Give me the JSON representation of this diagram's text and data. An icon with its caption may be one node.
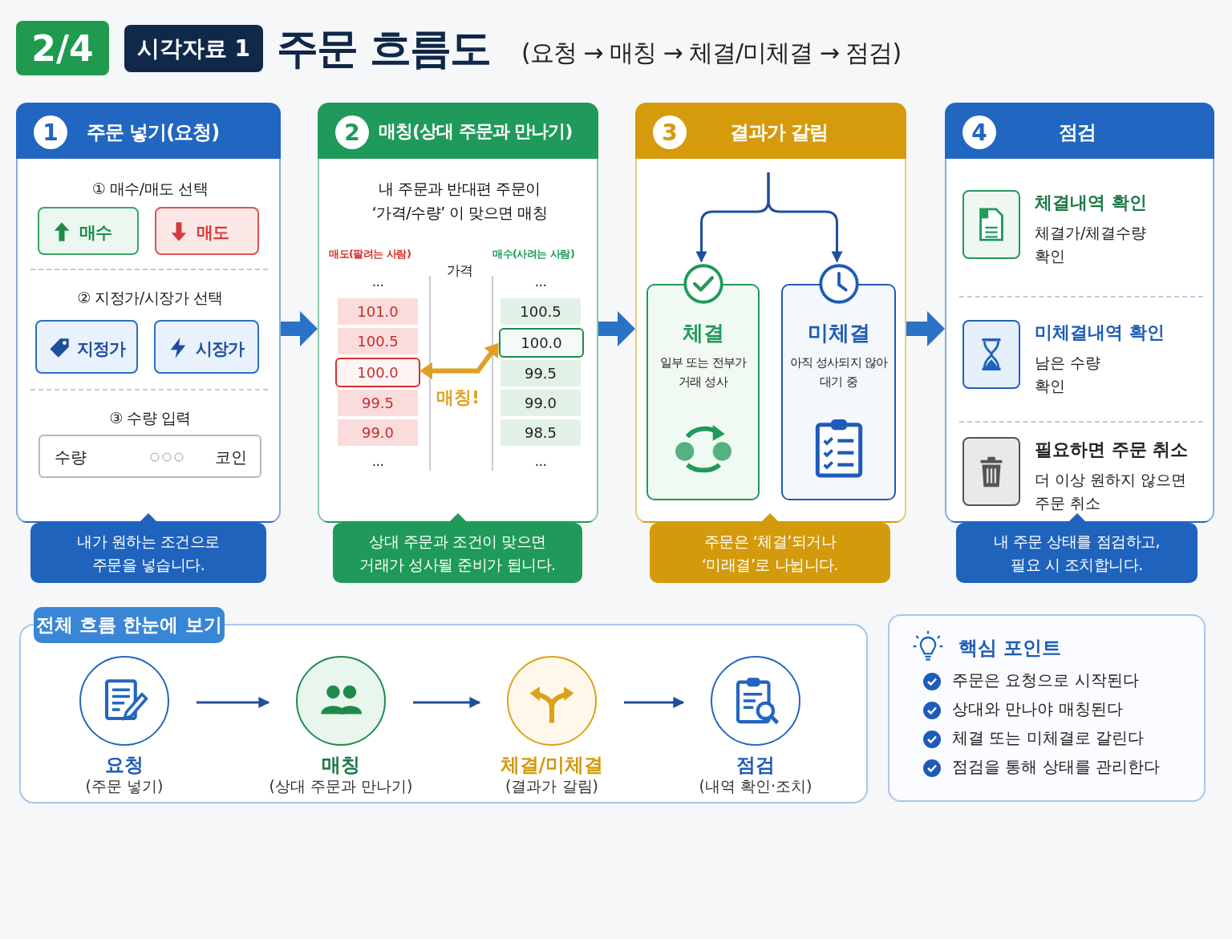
{
  "diagram": {
    "title": "주문 흐름도",
    "nodes": [
      {
        "text": [
          "1",
          "주문 넣기(요청)",
          "① 매수/매도 선택",
          "② 지정가/시장가 선택",
          "③ 수량 입력"
        ]
      },
      {
        "text": [
          "매수"
        ],
        "in": 0
      },
      {
        "text": [
          "매도"
        ],
        "in": 0
      },
      {
        "text": [
          "지정가"
        ],
        "in": 0
      },
      {
        "text": [
          "시장가"
        ],
        "in": 0
      },
      {
        "text": [
          "수량",
          "코인"
        ],
        "in": 0
      },
      {
        "text": [
          "내가 원하는 조건으로 주문을 넣습니다."
        ]
      },
      {
        "text": [
          "2",
          "매칭(상대 주문과 만나기)",
          "내 주문과 반대편 주문이 ‘가격/수량’ 이 맞으면 매칭",
          "매도(팔려는 사람)",
          "가격",
          "매수(사려는 사람)",
          "...",
          "...",
          "...",
          "..."
        ]
      },
      {
        "text": [
          "101.0"
        ],
        "in": 7
      },
      {
        "text": [
          "100.5"
        ],
        "in": 7
      },
      {
        "text": [
          "100.0"
        ],
        "in": 7
      },
      {
        "text": [
          "99.5"
        ],
        "in": 7
      },
      {
        "text": [
          "99.0"
        ],
        "in": 7
      },
      {
        "text": [
          "100.5"
        ],
        "in": 7
      },
      {
        "text": [
          "100.0"
        ],
        "in": 7
      },
      {
        "text": [
          "99.5"
        ],
        "in": 7
      },
      {
        "text": [
          "99.0"
        ],
        "in": 7
      },
      {
        "text": [
          "98.5"
        ],
        "in": 7
      },
      {
        "text": [
          "상대 주문과 조건이 맞으면 거래가 성사될 준비가 됩니다."
        ]
      },
      {
        "text": [
          "3",
          "결과가 갈림"
        ]
      },
      {
        "text": [
          "체결",
          "일부 또는 전부가 거래 성사"
        ],
        "in": 19
      },
      {
        "text": [
          "미체결",
          "아직 성사되지 않아 대기 중"
        ],
        "in": 19
      },
      {
        "text": [
          "주문은 ‘체결’되거나 ‘미래결’로 나뉩니다."
        ]
      },
      {
        "text": [
          "4",
          "점검"
        ]
      },
      {
        "text": [
          "체결내역 확인",
          "체결가/체결수량 확인"
        ],
        "in": 23
      },
      {
        "text": [
          "미체결내역 확인",
          "남은 수량 확인"
        ],
        "in": 23
      },
      {
        "text": [
          "필요하면 주문 취소",
          "더 이상 원하지 않으면 주문 취소"
        ],
        "in": 23
      },
      {
        "text": [
          "내 주문 상태를 점검하고, 필요 시 조치합니다."
        ]
      },
      {
        "text": [
          "전체 흐름 한눈에 보기"
        ]
      },
      {
        "text": [
          "요청",
          "(주문 넣기)"
        ],
        "in": 28
      },
      {
        "text": [
          "매칭",
          "(상대 주문과 만나기)"
        ],
        "in": 28
      },
      {
        "text": [
          "체결/미체결",
          "(결과가 갈림)"
        ],
        "in": 28
      },
      {
        "text": [
          "점검",
          "(내역 확인·조치)"
        ],
        "in": 28
      },
      {
        "text": [
          "핵심 포인트",
          "주문은 요청으로 시작된다",
          "상대와 만나야 매칭된다",
          "체결 또는 미체결로 갈린다",
          "점검을 통해 상태를 관리한다"
        ]
      }
    ],
    "edges": [
      {
        "from": 0,
        "to": 7,
        "arrow": "to",
        "style": "thick",
        "color": "#2a72c8"
      },
      {
        "from": 7,
        "to": 19,
        "arrow": "to",
        "style": "thick",
        "color": "#2a72c8"
      },
      {
        "from": 19,
        "to": 23,
        "arrow": "to",
        "style": "thick",
        "color": "#2a72c8"
      },
      {
        "from": 10,
        "to": 14,
        "arrow": "both",
        "label": "매칭!",
        "style": "thick",
        "color": "#e0a020"
      },
      {
        "from": null,
        "to": 20,
        "arrow": "to"
      },
      {
        "from": null,
        "to": 21,
        "arrow": "to"
      },
      {
        "from": 29,
        "to": 30,
        "arrow": "to"
      },
      {
        "from": 30,
        "to": 31,
        "arrow": "to"
      },
      {
        "from": 31,
        "to": 32,
        "arrow": "to"
      }
    ],
    "labels": [
      "2/4",
      "시각자료 1",
      "(요청 → 매칭 → 체결/미체결 → 점검)"
    ]
  }
}
